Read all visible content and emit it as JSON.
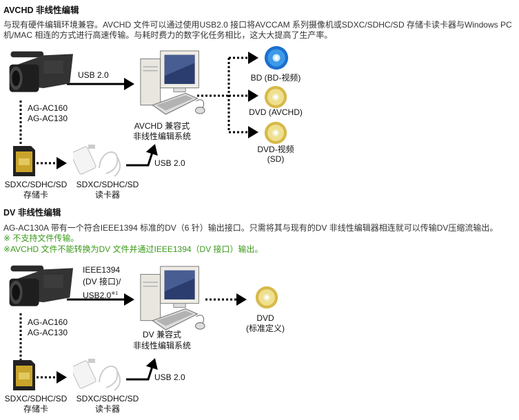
{
  "avchd": {
    "heading": "AVCHD 非线性编辑",
    "para_line1": "与现有硬件编辑环境兼容。AVCHD 文件可以通过使用USB2.0 接口将AVCCAM 系列摄像机或SDXC/SDHC/SD 存储卡读卡器与Windows PC",
    "para_line2": "机/MAC 相连的方式进行高速传输。与耗时费力的数字化任务相比，这大大提高了生产率。",
    "diagram": {
      "camera_model1": "AG-AC160",
      "camera_model2": "AG-AC130",
      "usb_label": "USB 2.0",
      "pc_label1": "AVCHD 兼容式",
      "pc_label2": "非线性编辑系统",
      "out1": "BD (BD-视频)",
      "out2": "DVD (AVCHD)",
      "out3_line1": "DVD-视频",
      "out3_line2": "(SD)",
      "reader_usb_label": "USB 2.0",
      "card_label1": "SDXC/SDHC/SD",
      "card_label2": "存储卡",
      "reader_label1": "SDXC/SDHC/SD",
      "reader_label2": "读卡器"
    }
  },
  "dv": {
    "heading": "DV 非线性编辑",
    "para_line1": "AG-AC130A 带有一个符合IEEE1394 标准的DV（6 针）输出接口。只需将其与现有的DV 非线性编辑器相连就可以传输DV压缩流输出。",
    "note1": "※ 不支持文件传输。",
    "note2": "※AVCHD 文件不能转换为DV 文件并通过IEEE1394（DV 接口）输出。",
    "diagram": {
      "conn_line1": "IEEE1394",
      "conn_line2": "(DV 接口)/",
      "conn_line3": "USB2.0",
      "conn_note": "※1",
      "camera_model1": "AG-AC160",
      "camera_model2": "AG-AC130",
      "pc_label1": "DV 兼容式",
      "pc_label2": "非线性编辑系统",
      "out1_line1": "DVD",
      "out1_line2": "(标准定义)",
      "reader_usb_label": "USB 2.0",
      "card_label1": "SDXC/SDHC/SD",
      "card_label2": "存储卡",
      "reader_label1": "SDXC/SDHC/SD",
      "reader_label2": "读卡器"
    }
  },
  "colors": {
    "note_green": "#3a9a1a",
    "text": "#333333"
  }
}
